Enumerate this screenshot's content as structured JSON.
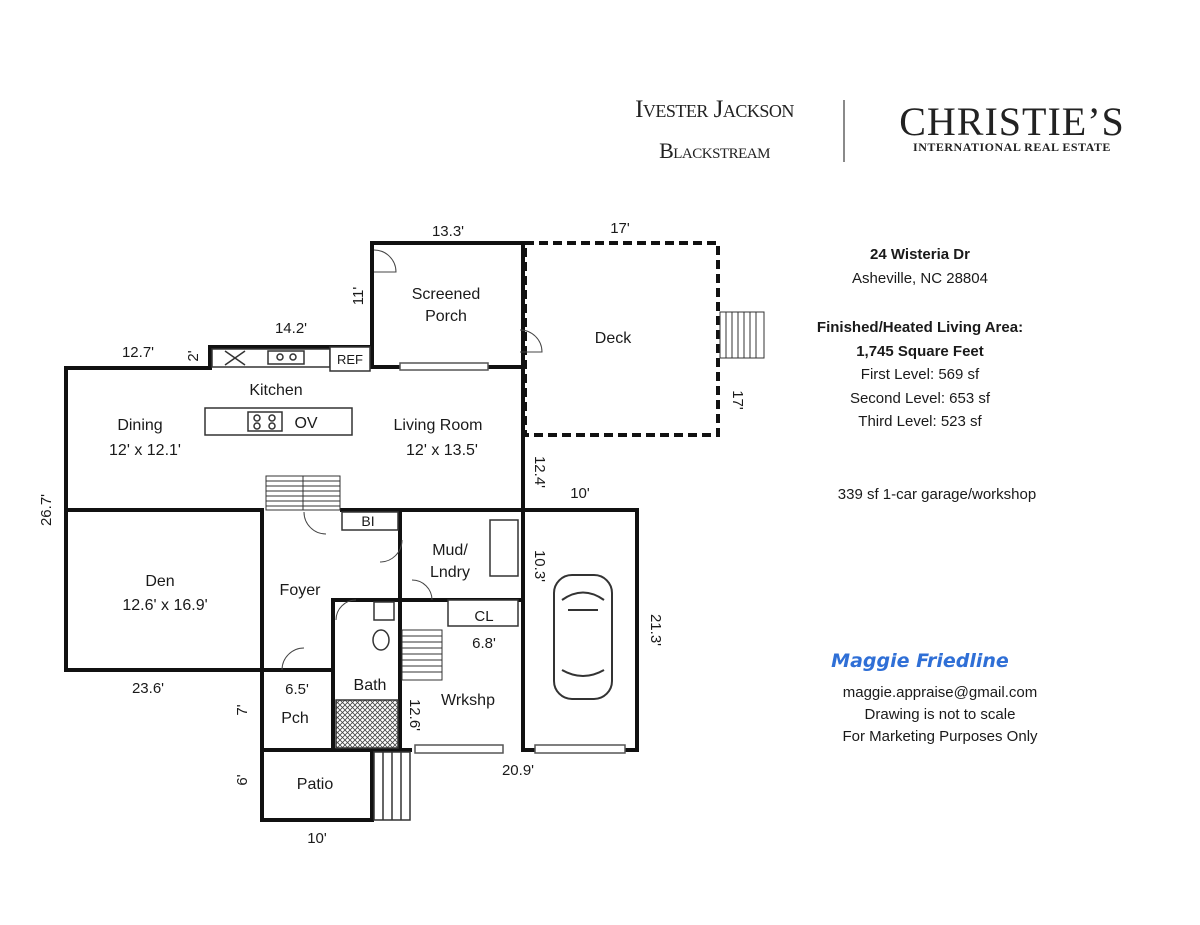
{
  "logo": {
    "brokerage_line1": "Ivester Jackson",
    "brokerage_line2": "Blackstream",
    "brand_name": "CHRISTIE’S",
    "brand_sub": "INTERNATIONAL REAL ESTATE"
  },
  "property": {
    "street": "24 Wisteria Dr",
    "city": "Asheville, NC 28804",
    "area_title": "Finished/Heated Living Area:",
    "total_area": "1,745 Square Feet",
    "levels": [
      "First Level: 569 sf",
      "Second Level: 653 sf",
      "Third Level: 523 sf"
    ],
    "garage": "339 sf 1-car garage/workshop"
  },
  "signature": "Maggie Friedline",
  "contact": {
    "email": "maggie.appraise@gmail.com",
    "note1": "Drawing is not to scale",
    "note2": "For Marketing Purposes Only"
  },
  "rooms": {
    "screened_porch_1": "Screened",
    "screened_porch_2": "Porch",
    "deck": "Deck",
    "kitchen": "Kitchen",
    "ov": "OV",
    "ref": "REF",
    "dining": "Dining",
    "dining_size": "12' x 12.1'",
    "living": "Living Room",
    "living_size": "12' x 13.5'",
    "bi": "BI",
    "den": "Den",
    "den_size": "12.6' x 16.9'",
    "foyer": "Foyer",
    "mud_1": "Mud/",
    "mud_2": "Lndry",
    "cl": "CL",
    "bath": "Bath",
    "pch": "Pch",
    "wrkshp": "Wrkshp",
    "patio": "Patio"
  },
  "dimensions": {
    "porch_width": "13.3'",
    "deck_width": "17'",
    "porch_depth": "11'",
    "deck_depth": "17'",
    "kitchen_width": "14.2'",
    "left_top": "12.7'",
    "jog": "2'",
    "overall_depth": "26.7'",
    "living_jog": "12.4'",
    "garage_top": "10'",
    "mud_depth": "10.3'",
    "garage_depth": "21.3'",
    "cl_width": "6.8'",
    "den_bottom": "23.6'",
    "pch_width": "6.5'",
    "pch_depth": "7'",
    "wrkshp_depth": "12.6'",
    "garage_bottom": "20.9'",
    "patio_depth": "6'",
    "patio_width": "10'"
  }
}
